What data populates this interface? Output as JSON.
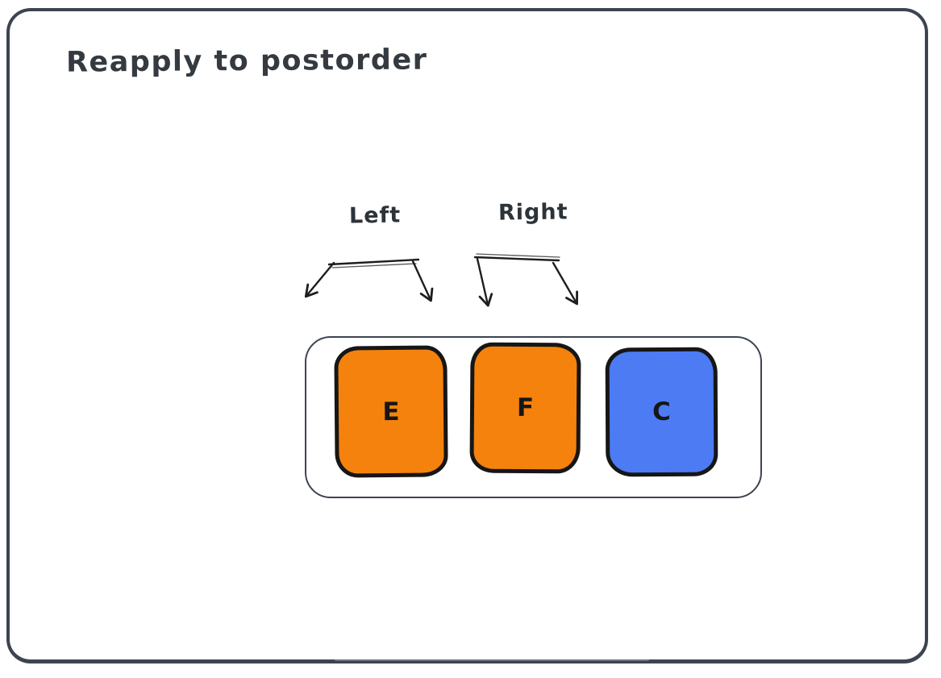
{
  "canvas": {
    "background": "#ffffff",
    "frame_stroke": "#3d4450"
  },
  "title": {
    "text": "Reapply to postorder",
    "color": "#343a40"
  },
  "annotations": {
    "left_label": "Left",
    "right_label": "Right",
    "arrow_color": "#1e1e1e"
  },
  "diagram": {
    "container": {
      "fill": "#ffffff",
      "stroke": "#3d4450"
    },
    "nodes": [
      {
        "id": "E",
        "label": "E",
        "fill": "#f5820d",
        "stroke": "#161616"
      },
      {
        "id": "F",
        "label": "F",
        "fill": "#f5820d",
        "stroke": "#161616"
      },
      {
        "id": "C",
        "label": "C",
        "fill": "#4c7bf4",
        "stroke": "#161616"
      }
    ]
  }
}
